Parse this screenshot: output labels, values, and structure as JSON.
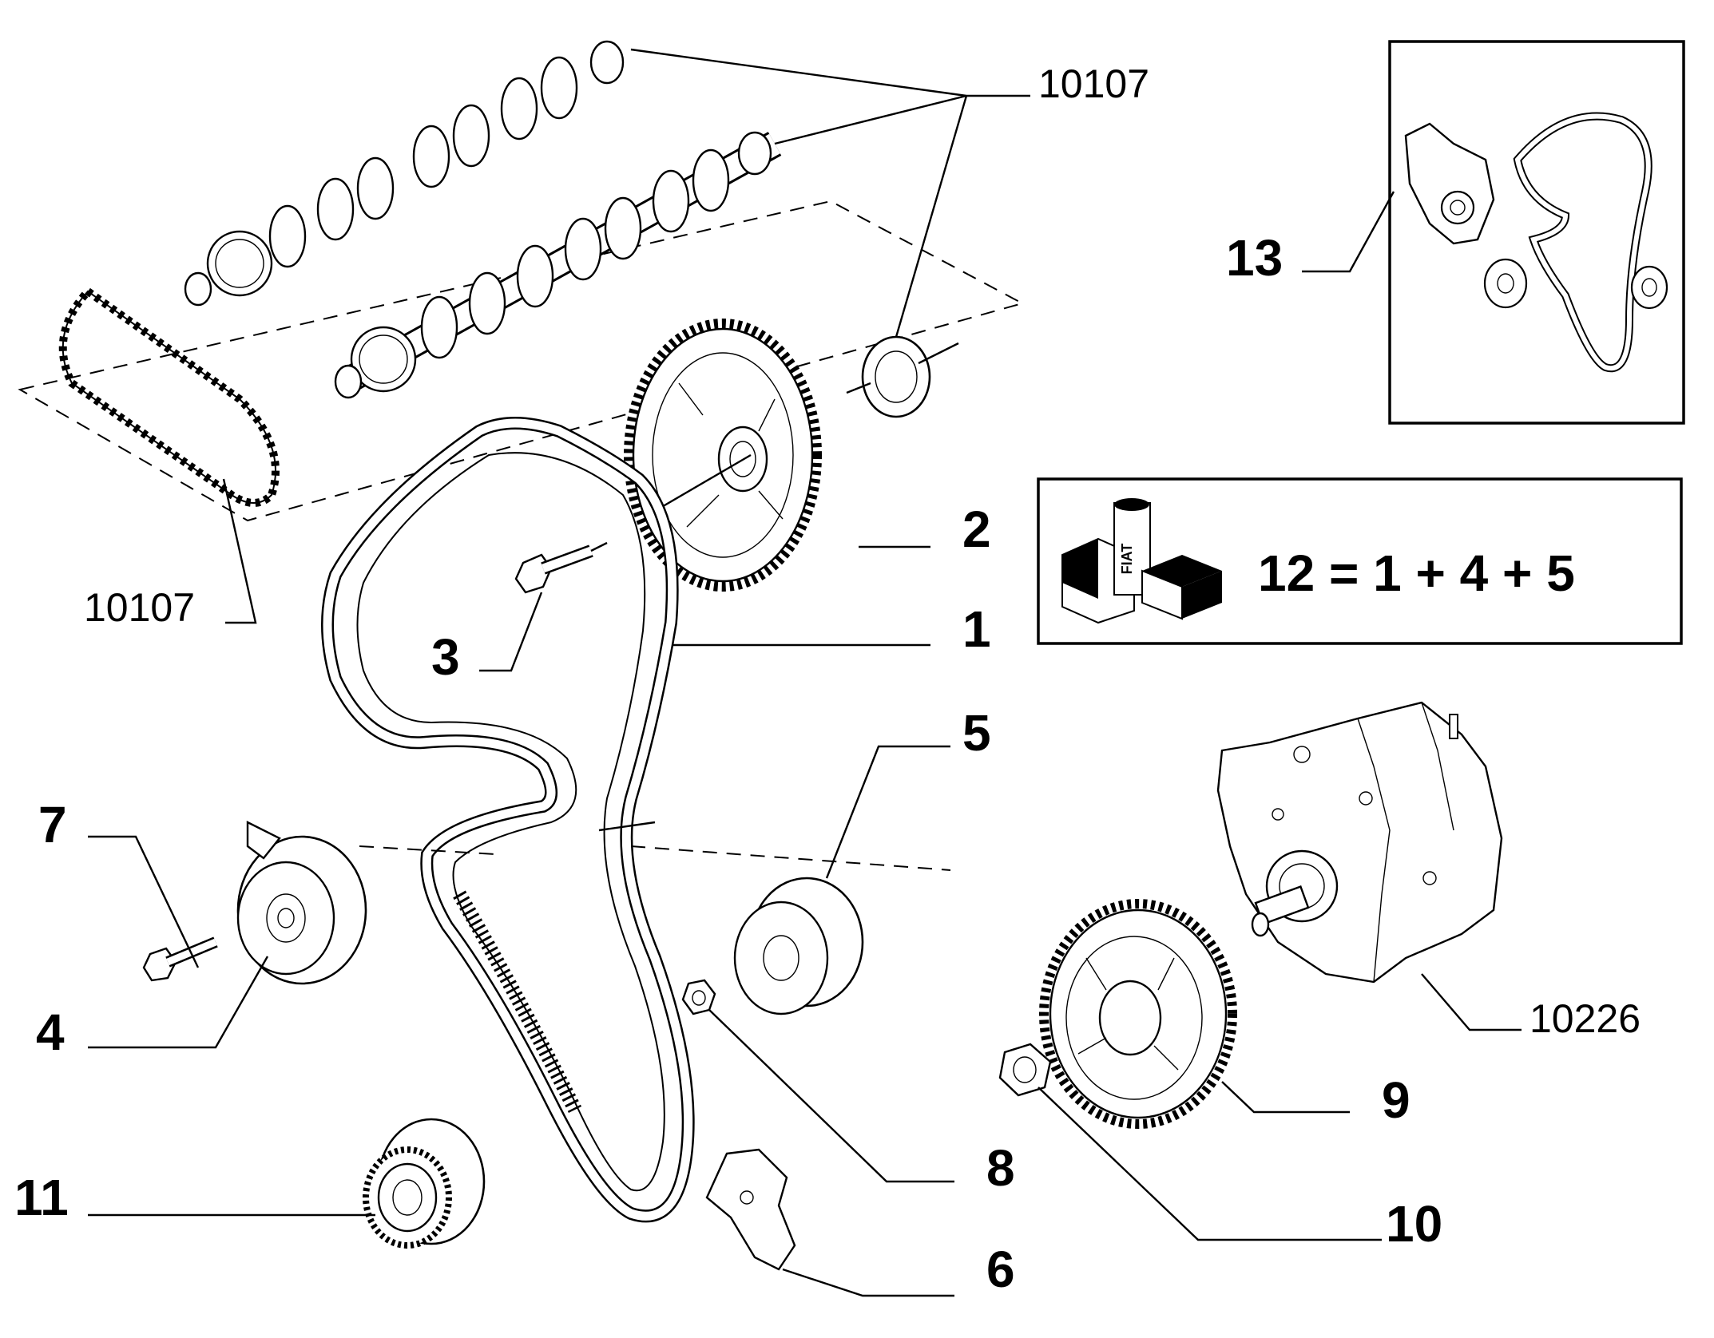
{
  "callouts": {
    "c1": "1",
    "c2": "2",
    "c3": "3",
    "c4": "4",
    "c5": "5",
    "c6": "6",
    "c7": "7",
    "c8": "8",
    "c9": "9",
    "c10": "10",
    "c11": "11",
    "c13": "13"
  },
  "references": {
    "camshafts_top": "10107",
    "chain_left": "10107",
    "pump": "10226"
  },
  "kit_box": {
    "equation": "12 = 1 + 4 + 5",
    "logo_text": "FIAT"
  }
}
